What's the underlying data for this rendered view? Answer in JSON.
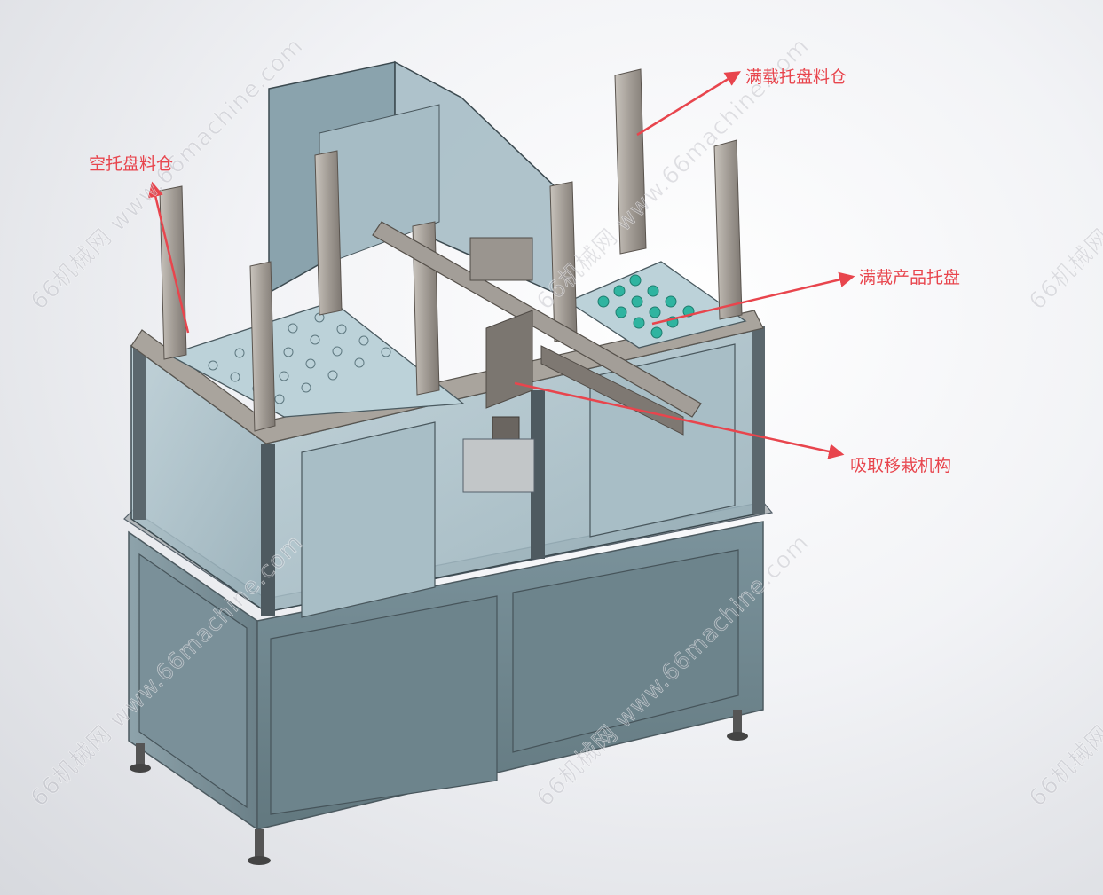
{
  "callouts": {
    "empty_tray_bin": "空托盘料仓",
    "full_tray_bin": "满载托盘料仓",
    "full_product_tray": "满载产品托盘",
    "pick_transfer": "吸取移栽机构"
  },
  "watermark": "66机械网 www.66machine.com",
  "colors": {
    "callout": "#e8454d",
    "cabinet": "#6f8791",
    "frame": "#8f9aa0",
    "glass": "#9fb8c2",
    "tray": "#b9cfd6",
    "product": "#2fb4a0"
  }
}
